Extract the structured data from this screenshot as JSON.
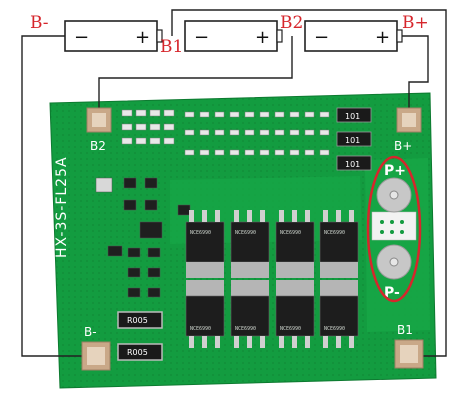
{
  "labels": {
    "b_minus": "B-",
    "b1": "B1",
    "b2": "B2",
    "b_plus": "B+"
  },
  "cells": [
    {
      "minus": "−",
      "plus": "+"
    },
    {
      "minus": "−",
      "plus": "+"
    },
    {
      "minus": "−",
      "plus": "+"
    }
  ],
  "pcb": {
    "model": "HX-3S-FL25A",
    "pad_b2": "B2",
    "pad_bplus": "B+",
    "pad_bminus": "B-",
    "pad_b1": "B1",
    "p_plus": "P+",
    "p_minus": "P-",
    "resistor_code": "101",
    "shunt_top": "R005",
    "shunt_bottom": "R005",
    "mosfet_code": "NCE6990"
  },
  "colors": {
    "annotation": "#d6262c",
    "pcb_green": "#129a3f",
    "pad": "#c9a888"
  }
}
